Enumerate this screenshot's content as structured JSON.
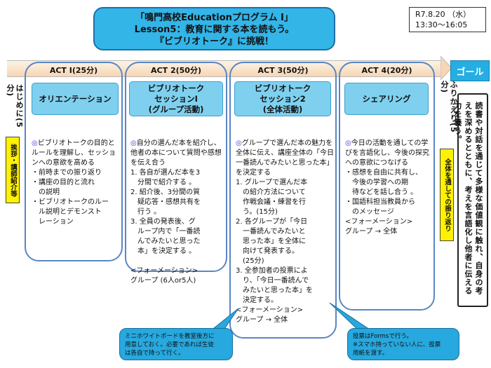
{
  "header": {
    "title_lines": [
      "「鳴門高校Educationプログラム Ⅰ」",
      "Lesson5：教育に関する本を読もう。",
      "『ビブリオトーク』に挑戦！"
    ],
    "date_lines": [
      "R7.8.20 （水）",
      "13:30～16:05"
    ]
  },
  "goal_label": "ゴール",
  "intro": {
    "label": "はじめに(5分)",
    "tag": "挨拶・講師紹介等"
  },
  "reflection": {
    "label": "ふりかえり(5分)",
    "tag": "全体を通しての振り返り"
  },
  "goal_text": "読書や対話を通じて多様な価値観に触れ、自身の考えを深めるとともに、考えを言語化し他者に伝える力を養う。",
  "acts": [
    {
      "label": "ACT Ⅰ(25分)",
      "heading": [
        "オリエンテーション"
      ],
      "body_lead": "ビブリオトークの目的とルールを理解し、セッションへの意欲を高める",
      "body_rest": "\n・前時までの振り返り\n・講座の目的と流れ\n　の説明\n・ビブリオトークのルー\n　ル説明とデモンスト\n　レーション"
    },
    {
      "label": "ACT 2(50分)",
      "heading": [
        "ビブリオトーク",
        "セッションⅠ",
        "(グループ活動)"
      ],
      "body_lead": "自分の選んだ本を紹介し、他者の本について質問や感想を伝え合う",
      "body_rest": "\n1. 各自が選んだ本を3\n　分間で紹介する 。\n2. 紹介後、3分間の質\n　疑応答・感想共有を\n　行う 。\n3. 全員の発表後、グ\n　ループ内で「一番読\n　んでみたいと思った\n　本」を決定する 。\n\n<フォーメーション>\nグループ (6人or5人)"
    },
    {
      "label": "ACT 3(50分)",
      "heading": [
        "ビブリオトーク",
        "セッション2",
        "(全体活動)"
      ],
      "body_lead": "グループで選んだ本の魅力を全体に伝え、講座全体の「今日一番読んでみたいと思った本」を決定する",
      "body_rest": "\n1. グループで選んだ本\n　の紹介方法について\n　作戦会議・練習を行\n　う。(15分)\n2. 各グループが「今日\n　一番読んでみたいと\n　思った本」を全体に\n　向けて発表する。\n　(25分)\n3. 全参加者の投票によ\n　り、「今日一番読んで\n　みたいと思った本」を\n　決定する。\n<フォーメーション>\nグループ → 全体"
    },
    {
      "label": "ACT 4(20分)",
      "heading": [
        "シェアリング"
      ],
      "body_lead": "今日の活動を通しての学びを言語化し、今後の探究への意欲につなげる",
      "body_rest": "\n・感想を自由に共有し、\n　今後の学習への期\n　待などを話し合う 。\n・国語科担当教員から\n　のメッセージ\n<フォーメーション>\nグループ → 全体"
    }
  ],
  "callouts": [
    "ミニホワイトボードを教室後方に\n用意しておく。必要であれば生徒\nは各自で持って行く。",
    "投票はFormsで行う。\n※スマホ持っていない人に、投票\n用紙を渡す。"
  ],
  "colors": {
    "title_bg": "#33b5e8",
    "head_bg": "#7fd0ef",
    "panel_border": "#5a86c4",
    "goal_bg": "#24aee2",
    "tag_yellow": "#fff200",
    "callout_bg": "#27a8de"
  },
  "icons": {
    "bullet": "spiral-icon"
  }
}
